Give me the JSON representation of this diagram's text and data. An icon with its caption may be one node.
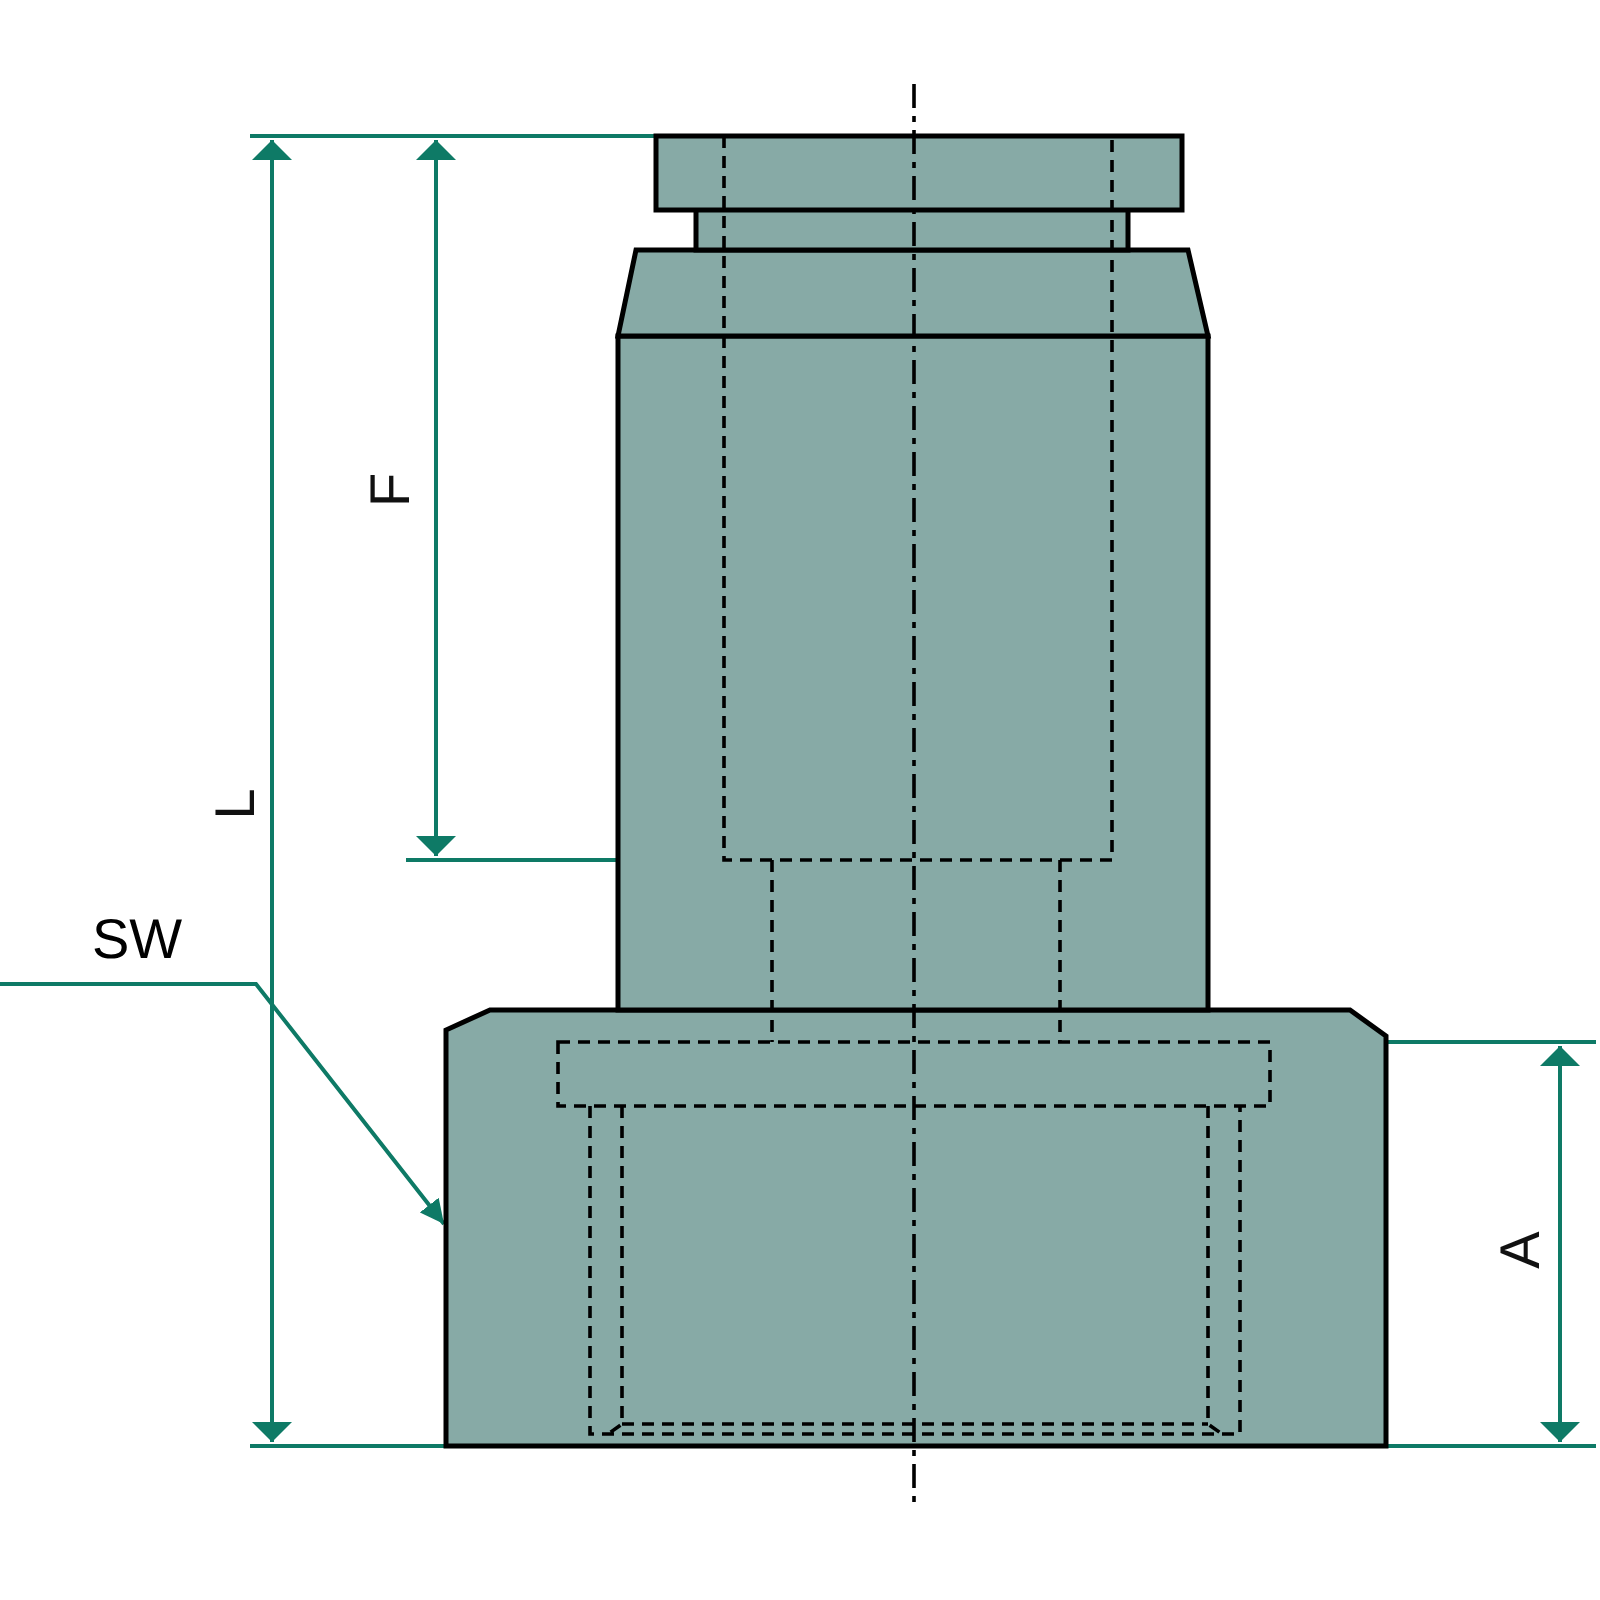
{
  "diagram": {
    "nodes": [
      {
        "text": [
          "SW"
        ]
      },
      {
        "text": [],
        "shape": "picture"
      }
    ],
    "edges": [
      {
        "from": 0,
        "to": 1,
        "arrow": "to"
      }
    ],
    "labels": [
      "F",
      "L",
      "A"
    ]
  }
}
